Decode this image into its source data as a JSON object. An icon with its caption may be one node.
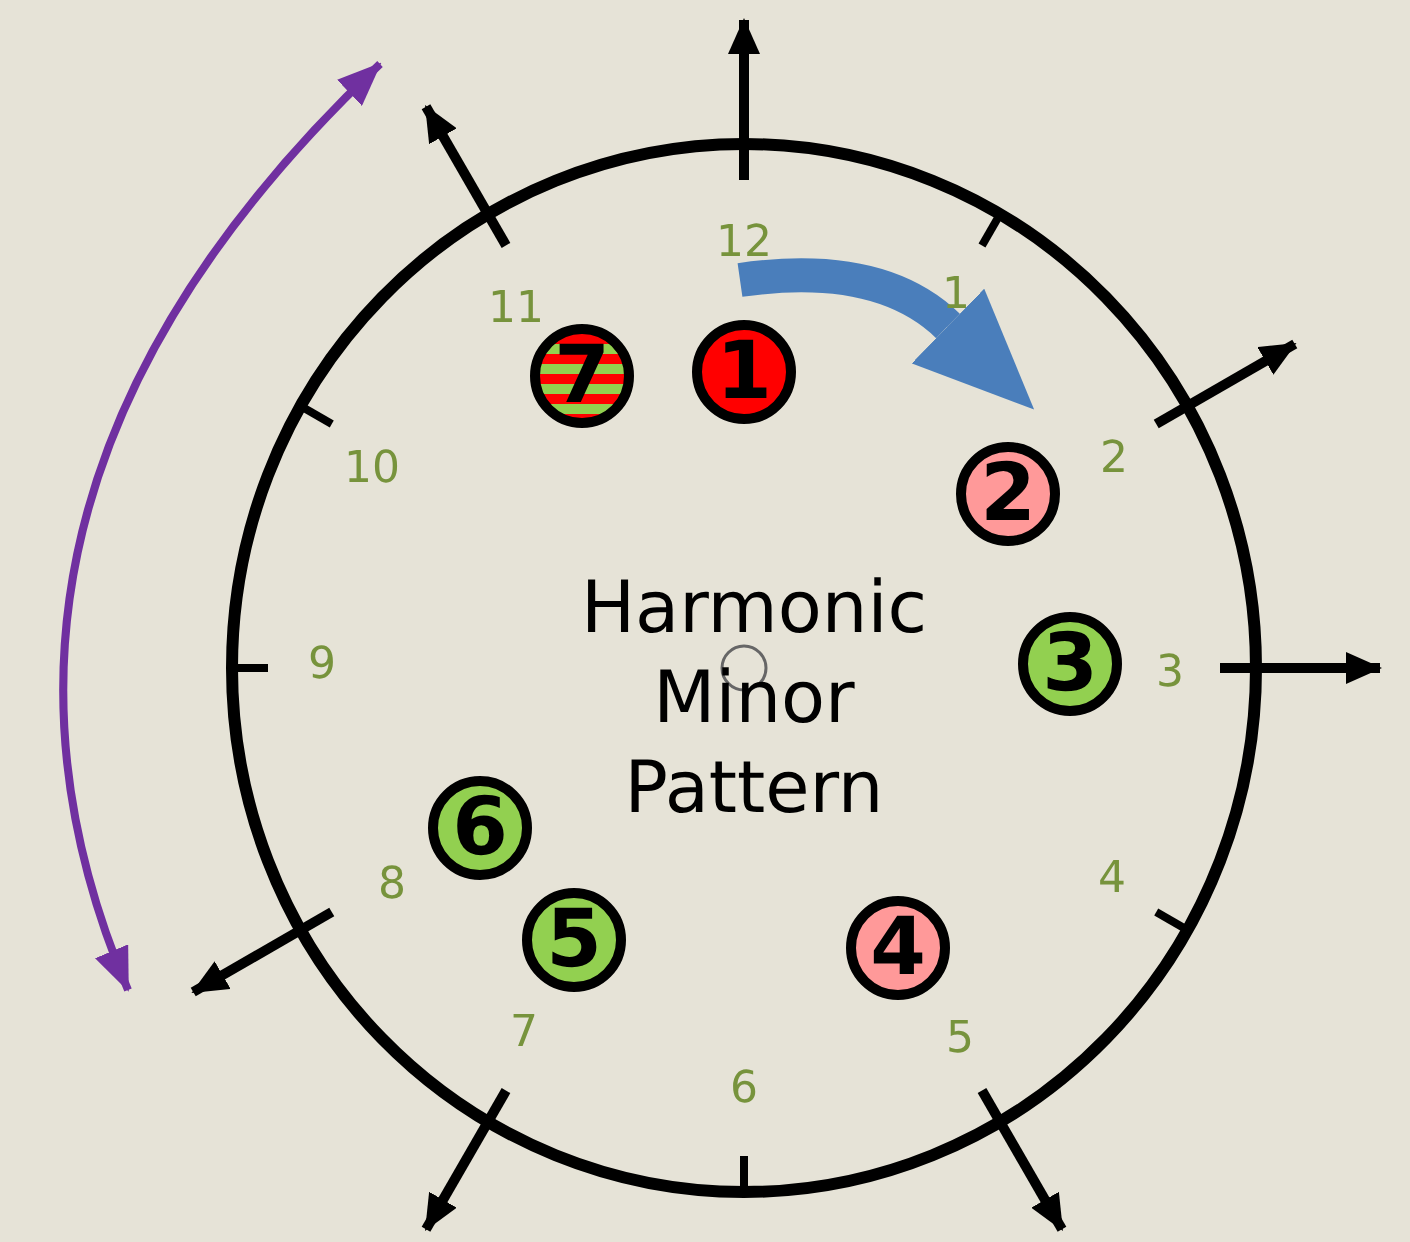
{
  "diagram": {
    "nodes": [
      {
        "text": [
          "Harmonic Minor Pattern"
        ]
      },
      {
        "text": [
          "7"
        ],
        "in": 0
      },
      {
        "text": [
          "1"
        ],
        "in": 0
      },
      {
        "text": [
          "2"
        ],
        "in": 0
      },
      {
        "text": [
          "3"
        ],
        "in": 0
      },
      {
        "text": [
          "6"
        ],
        "in": 0
      },
      {
        "text": [
          "5"
        ],
        "in": 0
      },
      {
        "text": [
          "4"
        ],
        "in": 0
      }
    ],
    "edges": [],
    "labels": [
      "12",
      "1",
      "2",
      "3",
      "4",
      "5",
      "6",
      "7",
      "8",
      "9",
      "10",
      "11"
    ]
  }
}
